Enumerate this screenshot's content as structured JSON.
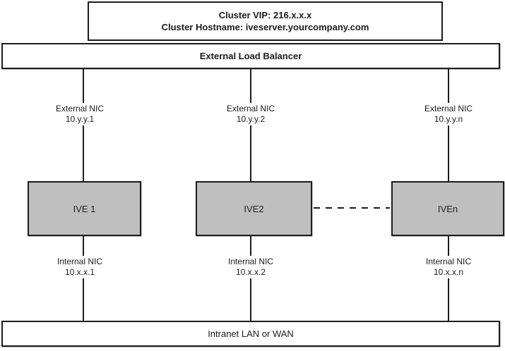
{
  "diagram": {
    "cluster_box": {
      "vip_line": "Cluster VIP: 216.x.x.x",
      "hostname_line": "Cluster Hostname: iveserver.yourcompany.com"
    },
    "load_balancer": {
      "label": "External Load Balancer"
    },
    "intranet": {
      "label": "Intranet LAN or WAN"
    },
    "nodes": [
      {
        "name": "IVE 1",
        "external_nic": {
          "label": "External NIC",
          "ip": "10.y.y.1"
        },
        "internal_nic": {
          "label": "Internal NIC",
          "ip": "10.x.x.1"
        }
      },
      {
        "name": "IVE2",
        "external_nic": {
          "label": "External NIC",
          "ip": "10.y.y.2"
        },
        "internal_nic": {
          "label": "Internal NIC",
          "ip": "10.x.x.2"
        }
      },
      {
        "name": "IVEn",
        "external_nic": {
          "label": "External NIC",
          "ip": "10.y.y.n"
        },
        "internal_nic": {
          "label": "Internal NIC",
          "ip": "10.x.x.n"
        }
      }
    ],
    "colors": {
      "node_fill": "#bfbfbf",
      "line": "#1c1c1c",
      "background": "#ffffff"
    }
  }
}
